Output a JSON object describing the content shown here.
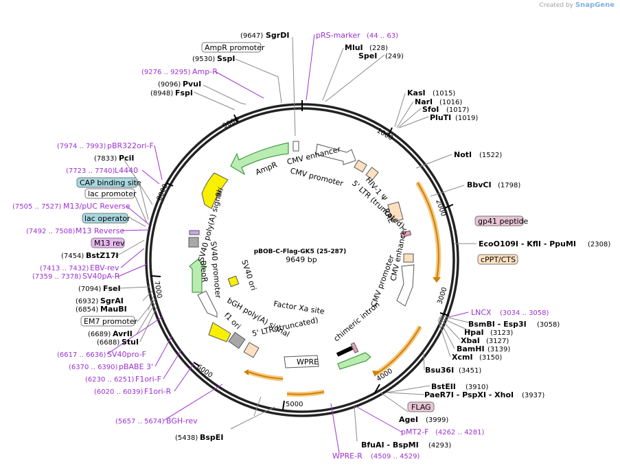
{
  "credit": {
    "prefix": "Created by",
    "brand": "SnapGene"
  },
  "plasmid": {
    "name": "pBOB-C-Flag-GK5 (25-287)",
    "length_label": "9649 bp",
    "length": 9649
  },
  "ticks": [
    "1000",
    "2000",
    "3000",
    "4000",
    "5000",
    "6000",
    "7000",
    "8000",
    "9000"
  ],
  "enzymes": [
    {
      "name": "SgrDI",
      "pos": "(9647)"
    },
    {
      "name": "SspI",
      "pos": "(9530)"
    },
    {
      "name": "PvuI",
      "pos": "(9096)"
    },
    {
      "name": "FspI",
      "pos": "(8948)"
    },
    {
      "name": "MluI",
      "pos": "(228)"
    },
    {
      "name": "SpeI",
      "pos": "(249)"
    },
    {
      "name": "KasI",
      "pos": "(1015)"
    },
    {
      "name": "NarI",
      "pos": "(1016)"
    },
    {
      "name": "SfoI",
      "pos": "(1017)"
    },
    {
      "name": "PluTI",
      "pos": "(1019)"
    },
    {
      "name": "NotI",
      "pos": "(1522)"
    },
    {
      "name": "BbvCI",
      "pos": "(1798)"
    },
    {
      "name": "EcoO109I - KflI - PpuMI",
      "pos": "(2308)"
    },
    {
      "name": "BsmBI - Esp3I",
      "pos": "(3058)"
    },
    {
      "name": "HpaI",
      "pos": "(3123)"
    },
    {
      "name": "XbaI",
      "pos": "(3127)"
    },
    {
      "name": "BamHI",
      "pos": "(3139)"
    },
    {
      "name": "XcmI",
      "pos": "(3150)"
    },
    {
      "name": "Bsu36I",
      "pos": "(3451)"
    },
    {
      "name": "BstEII",
      "pos": "(3910)"
    },
    {
      "name": "PaeR7I - PspXI - XhoI",
      "pos": "(3937)"
    },
    {
      "name": "AgeI",
      "pos": "(3999)"
    },
    {
      "name": "BfuAI - BspMI",
      "pos": "(4293)"
    },
    {
      "name": "BspEI",
      "pos": "(5438)"
    },
    {
      "name": "StuI",
      "pos": "(6688)"
    },
    {
      "name": "AvrII",
      "pos": "(6689)"
    },
    {
      "name": "MauBI",
      "pos": "(6854)"
    },
    {
      "name": "SgrAI",
      "pos": "(6932)"
    },
    {
      "name": "FseI",
      "pos": "(7094)"
    },
    {
      "name": "BstZ17I",
      "pos": "(7454)"
    },
    {
      "name": "PciI",
      "pos": "(7833)"
    }
  ],
  "primers": [
    {
      "name": "pRS-marker",
      "pos": "(44 .. 63)"
    },
    {
      "name": "Amp-R",
      "pos": "(9276 .. 9295)"
    },
    {
      "name": "pBR322ori-F",
      "pos": "(7974 .. 7993)"
    },
    {
      "name": "L4440",
      "pos": "(7723 .. 7740)"
    },
    {
      "name": "M13/pUC Reverse",
      "pos": "(7505 .. 7527)"
    },
    {
      "name": "M13 Reverse",
      "pos": "(7492 .. 7508)"
    },
    {
      "name": "EBV-rev",
      "pos": "(7413 .. 7432)"
    },
    {
      "name": "SV40pA-R",
      "pos": "(7359 .. 7378)"
    },
    {
      "name": "SV40pro-F",
      "pos": "(6617 .. 6636)"
    },
    {
      "name": "pBABE 3'",
      "pos": "(6370 .. 6390)"
    },
    {
      "name": "F1ori-F",
      "pos": "(6230 .. 6251)"
    },
    {
      "name": "F1ori-R",
      "pos": "(6020 .. 6039)"
    },
    {
      "name": "BGH-rev",
      "pos": "(5657 .. 5674)"
    },
    {
      "name": "LNCX",
      "pos": "(3034 .. 3058)"
    },
    {
      "name": "pMT2-F",
      "pos": "(4262 .. 4281)"
    },
    {
      "name": "WPRE-R",
      "pos": "(4509 .. 4529)"
    }
  ],
  "boxed_labels": {
    "amppromoter": "AmpR promoter",
    "cap": "CAP binding site",
    "lacpromoter": "lac promoter",
    "lacoperator": "lac operator",
    "m13rev": "M13 rev",
    "em7": "EM7 promoter",
    "gp41": "gp41 peptide",
    "cppt": "cPPT/CTS",
    "flag": "FLAG"
  },
  "features": {
    "cmv_enhancer_1": "CMV enhancer",
    "cmv_promoter_1": "CMV promoter",
    "hiv_ltr": "5' LTR (truncated)",
    "hiv_psi": "HIV-1 Ψ",
    "rre": "RRE",
    "cmv_enhancer_2": "CMV enhancer",
    "cmv_promoter_2": "CMV promoter",
    "chimeric_intron": "chimeric intron",
    "factor_xa": "Factor Xa site",
    "wpre": "WPRE",
    "ltr_trunc": "5' LTR (truncated)",
    "bgh": "bGH poly(A) signal",
    "f1": "f1 ori",
    "sv40_ori": "SV40 ori",
    "sv40_promoter": "SV40 promoter",
    "bleor": "BleoR",
    "sv40_polya": "SV40 poly(A) signal",
    "ori": "ori",
    "ampr": "AmpR"
  },
  "colors": {
    "primer": "#9b30d0",
    "orange_feature": "#f0a020",
    "green_feature": "#b8ecb0",
    "yellow_feature": "#f8f000",
    "peach_feature": "#fde0c0",
    "gray_feature": "#a8a8a8",
    "lightblue_box": "#a8d8e0",
    "pink_box": "#e8c4d4",
    "m13_box": "#e8b8f0"
  }
}
